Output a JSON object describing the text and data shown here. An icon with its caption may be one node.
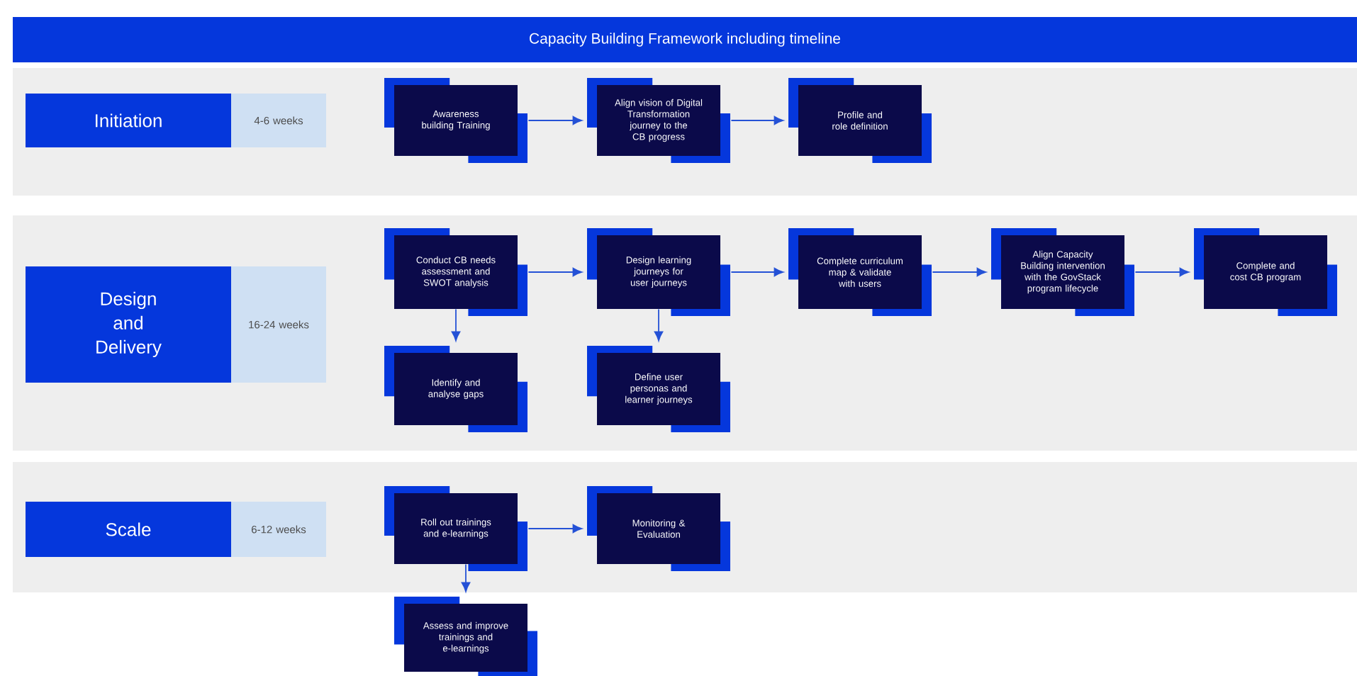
{
  "diagram": {
    "title": "Capacity Building Framework including timeline",
    "nodes": [
      {
        "text": [
          "Initiation"
        ]
      },
      {
        "text": [
          "4-6 weeks"
        ]
      },
      {
        "text": [
          "Awareness building Training"
        ]
      },
      {
        "text": [
          "Align vision of Digital Transformation journey to the CB progress"
        ]
      },
      {
        "text": [
          "Profile and role definition"
        ]
      },
      {
        "text": [
          "Design and Delivery"
        ]
      },
      {
        "text": [
          "16-24 weeks"
        ]
      },
      {
        "text": [
          "Conduct CB needs assessment and SWOT analysis"
        ]
      },
      {
        "text": [
          "Design learning journeys for user journeys"
        ]
      },
      {
        "text": [
          "Complete curriculum map & validate with users"
        ]
      },
      {
        "text": [
          "Align Capacity Building intervention with the GovStack program lifecycle"
        ]
      },
      {
        "text": [
          "Complete and cost CB program"
        ]
      },
      {
        "text": [
          "Identify and analyse gaps"
        ]
      },
      {
        "text": [
          "Define user personas and learner journeys"
        ]
      },
      {
        "text": [
          "Scale"
        ]
      },
      {
        "text": [
          "6-12 weeks"
        ]
      },
      {
        "text": [
          "Roll out trainings and e-learnings"
        ]
      },
      {
        "text": [
          "Monitoring & Evaluation"
        ]
      },
      {
        "text": [
          "Assess and improve trainings and e-learnings"
        ]
      }
    ],
    "edges": [
      {
        "from": 2,
        "to": 3,
        "arrow": "to"
      },
      {
        "from": 3,
        "to": 4,
        "arrow": "to"
      },
      {
        "from": 7,
        "to": 8,
        "arrow": "to"
      },
      {
        "from": 8,
        "to": 9,
        "arrow": "to"
      },
      {
        "from": 9,
        "to": 10,
        "arrow": "to"
      },
      {
        "from": 10,
        "to": 11,
        "arrow": "to"
      },
      {
        "from": 7,
        "to": 12,
        "arrow": "to"
      },
      {
        "from": 8,
        "to": 13,
        "arrow": "to"
      },
      {
        "from": 16,
        "to": 17,
        "arrow": "to"
      },
      {
        "from": 16,
        "to": 18,
        "arrow": "to"
      }
    ]
  }
}
